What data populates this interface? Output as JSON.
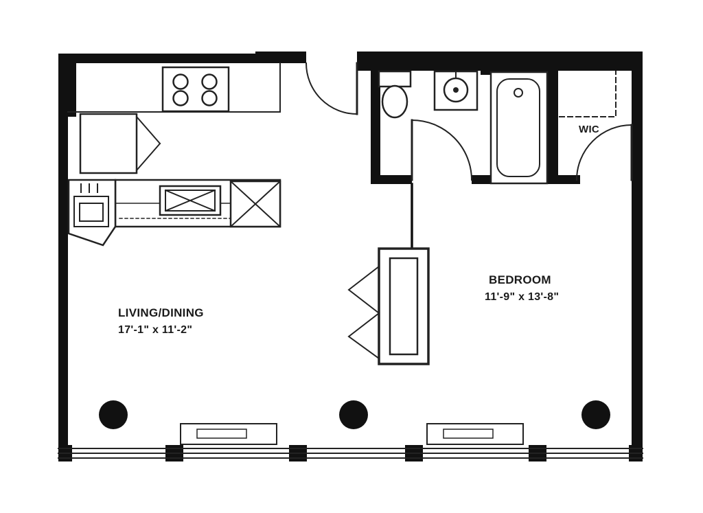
{
  "colors": {
    "background": "#ffffff",
    "wall": "#111111",
    "line": "#222222",
    "text": "#1a1a1a"
  },
  "rooms": {
    "living_dining": {
      "label": "LIVING/DINING",
      "dimensions": "17'-1\" x 11'-2\""
    },
    "bedroom": {
      "label": "BEDROOM",
      "dimensions": "11'-9\" x 13'-8\""
    },
    "wic": {
      "label": "WIC"
    }
  },
  "fixtures": {
    "stove": "stove-icon",
    "refrigerator": "refrigerator-icon",
    "island_sink": "sink-in-box-icon",
    "island_cart": "crossed-box-icon",
    "washer": "appliance-icon",
    "toilet": "toilet-icon",
    "bath_sink": "bathroom-sink-icon",
    "bathtub": "bathtub-icon",
    "closet": "bifold-closet-icon",
    "columns": "column-icon",
    "windows": "window-band-icon",
    "doors": "door-swing-icon"
  }
}
